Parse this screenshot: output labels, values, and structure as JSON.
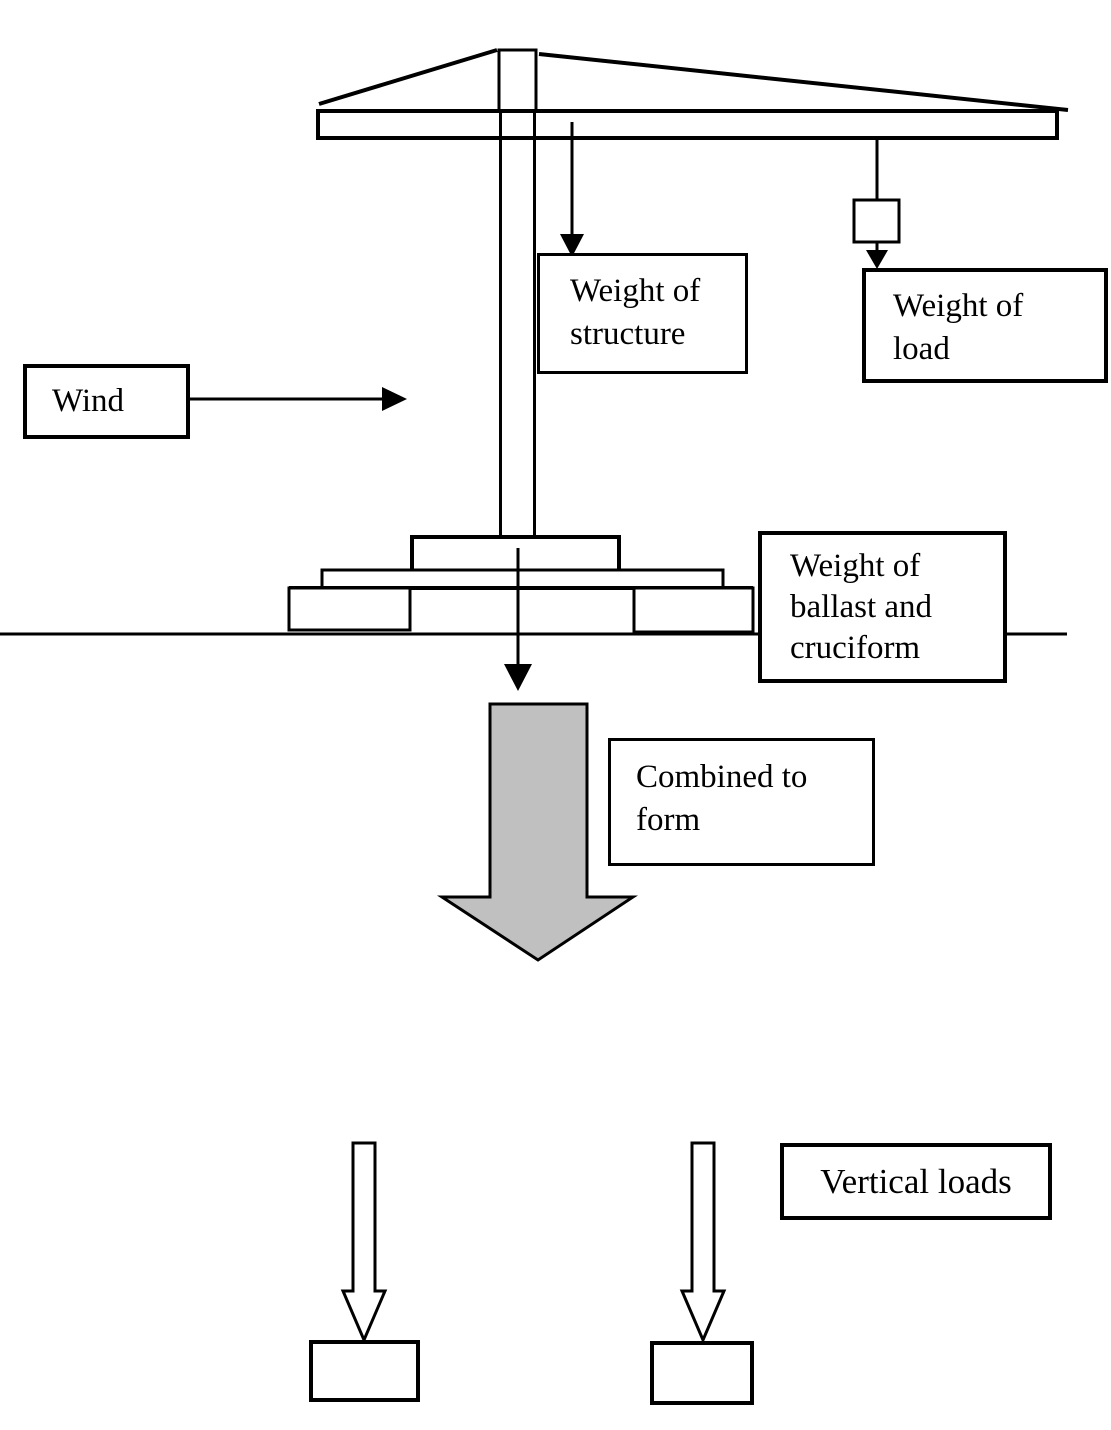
{
  "labels": {
    "wind": [
      "Wind"
    ],
    "structure": [
      "Weight of",
      "structure"
    ],
    "load": [
      "Weight of",
      "load"
    ],
    "ballast": [
      "Weight of",
      "ballast and",
      "cruciform"
    ],
    "combined": [
      "Combined to",
      "form"
    ],
    "vertical": [
      "Vertical loads"
    ]
  },
  "colors": {
    "line": "#000000",
    "box_background": "#ffffff",
    "combined_arrow_fill": "#c0c0c0"
  }
}
